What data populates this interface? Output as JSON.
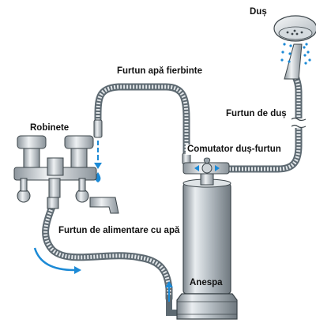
{
  "labels": {
    "shower": "Duș",
    "hot_hose": "Furtun apă fierbinte",
    "shower_hose": "Furtun de duș",
    "faucets": "Robinete",
    "switch": "Comutator duș-furtun",
    "supply_hose": "Furtun de alimentare cu apă",
    "filter": "Anespa"
  },
  "colors": {
    "water": "#1c8ad6",
    "hose": "#5e6a72",
    "metal": "#9aa4ab",
    "outline": "#3b4449"
  }
}
